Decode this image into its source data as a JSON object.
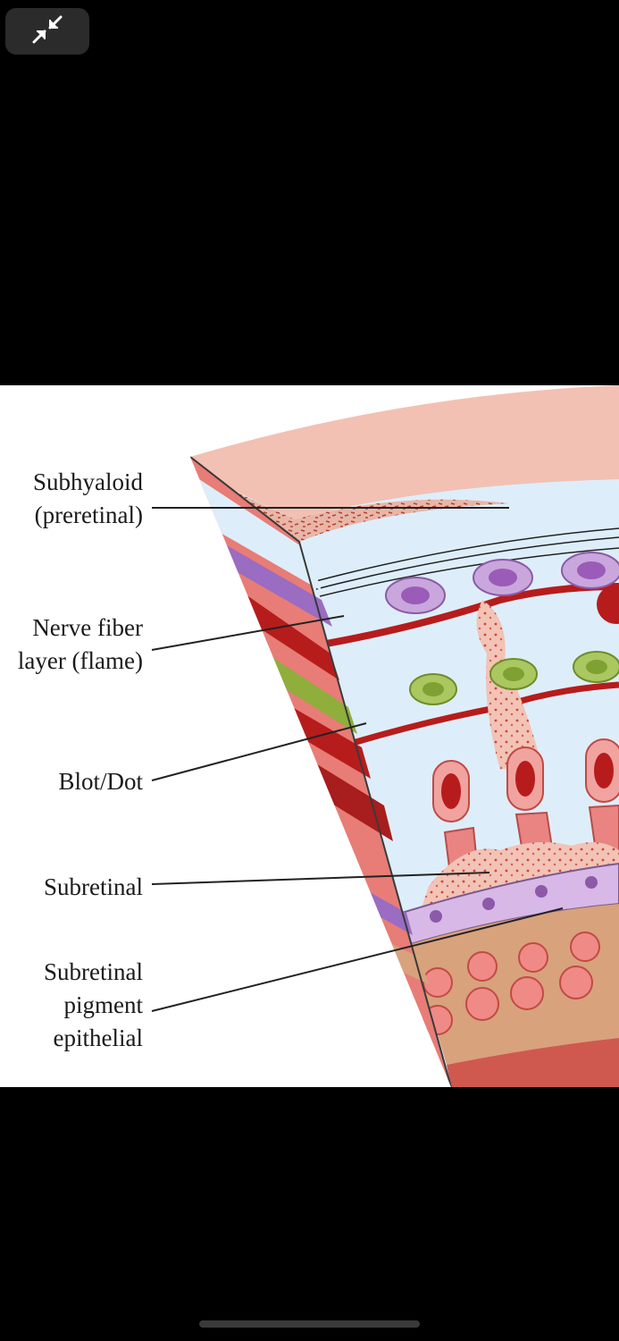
{
  "toolbar": {
    "exit_fullscreen_icon": "collapse-arrows-icon"
  },
  "figure": {
    "labels": {
      "subhyaloid": [
        "Subhyaloid",
        "(preretinal)"
      ],
      "nerve_fiber": [
        "Nerve fiber",
        "layer (flame)"
      ],
      "blot_dot": [
        "Blot/Dot"
      ],
      "subretinal": [
        "Subretinal"
      ],
      "subretinal_pigment": [
        "Subretinal",
        "pigment",
        "epithelial"
      ]
    },
    "colors": {
      "vitreous_band": "#f2c1b3",
      "retina_fluid": "#ddeefa",
      "ganglion_cell": "#c9a7dd",
      "bipolar_cell": "#aac760",
      "blood": "#b71c1c",
      "photoreceptor": "#e98482",
      "rpe_layer": "#d8b8e6",
      "choroid": "#d8a27c",
      "sclera": "#d0594f"
    }
  }
}
